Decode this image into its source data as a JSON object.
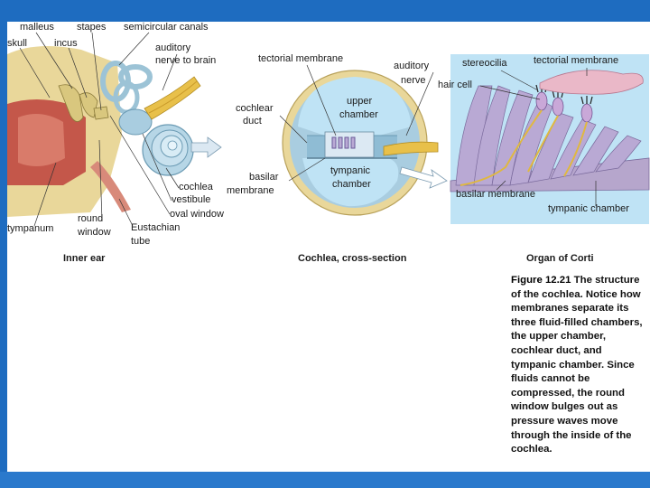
{
  "labels": {
    "inner_ear": {
      "malleus": "malleus",
      "stapes": "stapes",
      "semicircular_canals": "semicircular canals",
      "skull": "skull",
      "incus": "incus",
      "auditory_nerve_line1": "auditory",
      "auditory_nerve_line2": "nerve to brain",
      "cochlea": "cochlea",
      "vestibule": "vestibule",
      "oval_window": "oval window",
      "round_window_line1": "round",
      "round_window_line2": "window",
      "eustachian_line1": "Eustachian",
      "eustachian_line2": "tube",
      "tympanum": "tympanum"
    },
    "cross_section": {
      "tectorial_membrane": "tectorial membrane",
      "auditory_nerve_line1": "auditory",
      "auditory_nerve_line2": "nerve",
      "cochlear_duct_line1": "cochlear",
      "cochlear_duct_line2": "duct",
      "upper_chamber_line1": "upper",
      "upper_chamber_line2": "chamber",
      "tympanic_chamber_line1": "tympanic",
      "tympanic_chamber_line2": "chamber",
      "basilar_membrane_line1": "basilar",
      "basilar_membrane_line2": "membrane"
    },
    "organ_of_corti": {
      "stereocilia": "stereocilia",
      "tectorial_membrane": "tectorial membrane",
      "hair_cell": "hair cell",
      "basilar_membrane": "basilar membrane",
      "tympanic_chamber": "tympanic chamber"
    }
  },
  "panel_titles": {
    "inner_ear": "Inner ear",
    "cross_section": "Cochlea, cross-section",
    "organ_of_corti": "Organ of Corti"
  },
  "caption": {
    "figure_number": "Figure 12.21",
    "text": "The structure of the cochlea. Notice how membranes separate its three fluid-filled chambers, the upper chamber, cochlear duct, and tympanic chamber. Since fluids cannot be compressed, the round window bulges out as pressure waves move through the inside of the cochlea."
  },
  "colors": {
    "slide_blue": "#1e6cc0",
    "bone": "#e9d79a",
    "tissue_red": "#c4574a",
    "cochlea_blue": "#a9cde0",
    "chamber_blue": "#bfe3f5",
    "organ_purple": "#b9a9d4",
    "tectorial_pink": "#eab8c8",
    "nerve_yellow": "#e8c04a"
  }
}
